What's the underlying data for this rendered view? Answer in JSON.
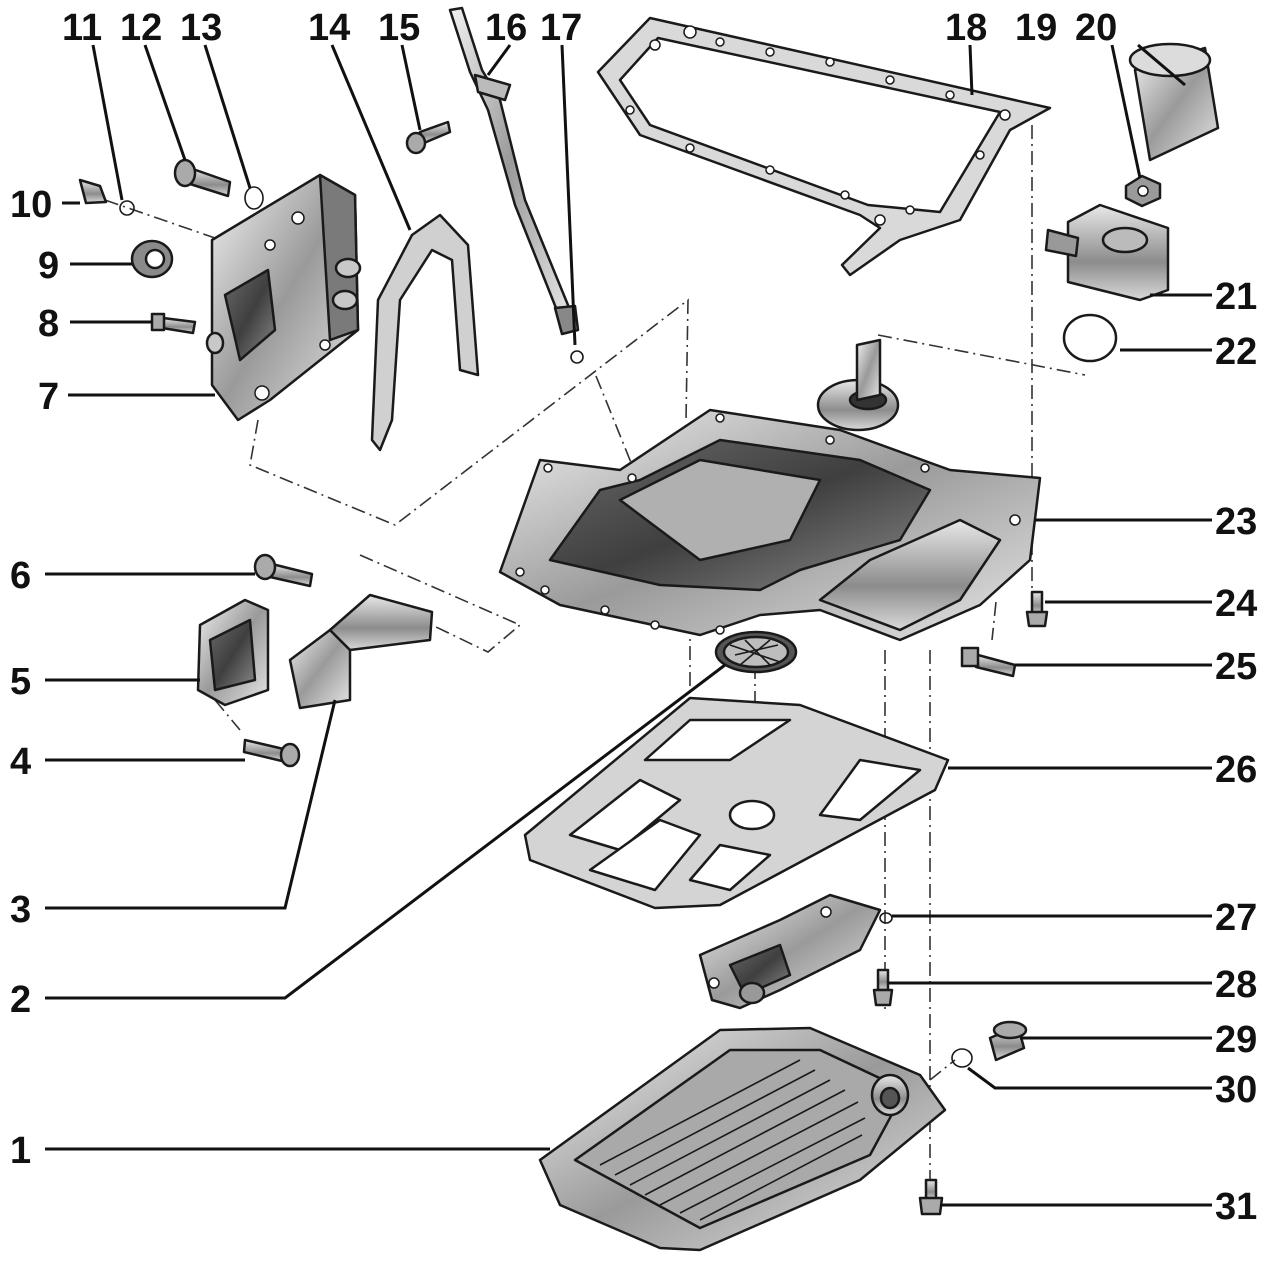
{
  "callouts": [
    {
      "id": 1,
      "label": "1"
    },
    {
      "id": 2,
      "label": "2"
    },
    {
      "id": 3,
      "label": "3"
    },
    {
      "id": 4,
      "label": "4"
    },
    {
      "id": 5,
      "label": "5"
    },
    {
      "id": 6,
      "label": "6"
    },
    {
      "id": 7,
      "label": "7"
    },
    {
      "id": 8,
      "label": "8"
    },
    {
      "id": 9,
      "label": "9"
    },
    {
      "id": 10,
      "label": "10"
    },
    {
      "id": 11,
      "label": "11"
    },
    {
      "id": 12,
      "label": "12"
    },
    {
      "id": 13,
      "label": "13"
    },
    {
      "id": 14,
      "label": "14"
    },
    {
      "id": 15,
      "label": "15"
    },
    {
      "id": 16,
      "label": "16"
    },
    {
      "id": 17,
      "label": "17"
    },
    {
      "id": 18,
      "label": "18"
    },
    {
      "id": 19,
      "label": "19"
    },
    {
      "id": 20,
      "label": "20"
    },
    {
      "id": 21,
      "label": "21"
    },
    {
      "id": 22,
      "label": "22"
    },
    {
      "id": 23,
      "label": "23"
    },
    {
      "id": 24,
      "label": "24"
    },
    {
      "id": 25,
      "label": "25"
    },
    {
      "id": 26,
      "label": "26"
    },
    {
      "id": 27,
      "label": "27"
    },
    {
      "id": 28,
      "label": "28"
    },
    {
      "id": 29,
      "label": "29"
    },
    {
      "id": 30,
      "label": "30"
    },
    {
      "id": 31,
      "label": "31"
    }
  ]
}
